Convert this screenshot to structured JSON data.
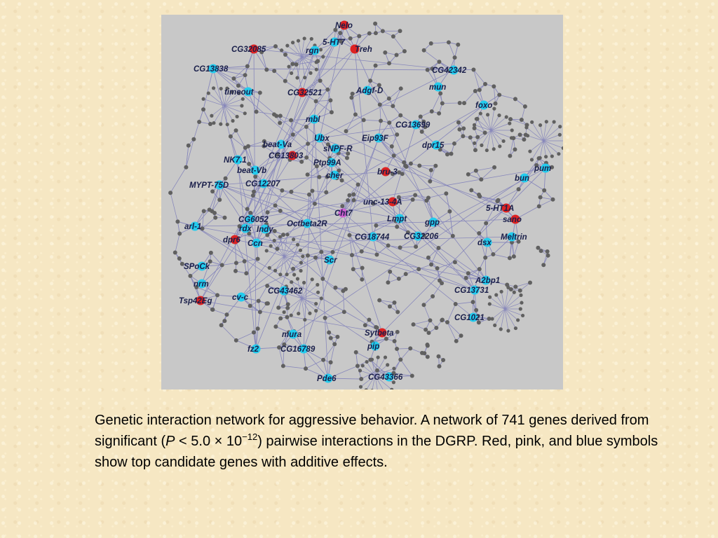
{
  "figure": {
    "colors": {
      "background": "#c8c8c8",
      "edge": "#8888bb",
      "gene_node": "#606060",
      "red": "#dd2222",
      "pink": "#d060d0",
      "blue": "#22ccee"
    },
    "highlighted_genes": [
      {
        "label": "Nelo",
        "color": "red"
      },
      {
        "label": "5-HT7",
        "color": "blue"
      },
      {
        "label": "CG32085",
        "color": "red"
      },
      {
        "label": "rgn",
        "color": "blue"
      },
      {
        "label": "Treh",
        "color": "red"
      },
      {
        "label": "CG13838",
        "color": "blue"
      },
      {
        "label": "CG42342",
        "color": "blue"
      },
      {
        "label": "timeout",
        "color": "blue"
      },
      {
        "label": "CG32521",
        "color": "red"
      },
      {
        "label": "Adgf-D",
        "color": "blue"
      },
      {
        "label": "mun",
        "color": "blue"
      },
      {
        "label": "foxo",
        "color": "blue"
      },
      {
        "label": "mbl",
        "color": "blue"
      },
      {
        "label": "CG13699",
        "color": "blue"
      },
      {
        "label": "Ubx",
        "color": "blue"
      },
      {
        "label": "beat-Va",
        "color": "blue"
      },
      {
        "label": "sNPF-R",
        "color": "blue"
      },
      {
        "label": "Eip93F",
        "color": "blue"
      },
      {
        "label": "dpr15",
        "color": "blue"
      },
      {
        "label": "CG13803",
        "color": "red"
      },
      {
        "label": "Ptp99A",
        "color": "blue"
      },
      {
        "label": "NK7.1",
        "color": "blue"
      },
      {
        "label": "beat-Vb",
        "color": "blue"
      },
      {
        "label": "cher",
        "color": "blue"
      },
      {
        "label": "bru-3",
        "color": "red"
      },
      {
        "label": "pum",
        "color": "blue"
      },
      {
        "label": "bun",
        "color": "blue"
      },
      {
        "label": "MYPT-75D",
        "color": "blue"
      },
      {
        "label": "CG12207",
        "color": "blue"
      },
      {
        "label": "unc-13-4A",
        "color": "red"
      },
      {
        "label": "5-HT1A",
        "color": "red"
      },
      {
        "label": "Cht7",
        "color": "pink"
      },
      {
        "label": "CG6052",
        "color": "blue"
      },
      {
        "label": "Lmpt",
        "color": "blue"
      },
      {
        "label": "gpp",
        "color": "blue"
      },
      {
        "label": "sano",
        "color": "red"
      },
      {
        "label": "arl-1",
        "color": "blue"
      },
      {
        "label": "rdx",
        "color": "blue"
      },
      {
        "label": "Indy",
        "color": "blue"
      },
      {
        "label": "Octbeta2R",
        "color": "blue"
      },
      {
        "label": "dpr6",
        "color": "red"
      },
      {
        "label": "Ccn",
        "color": "blue"
      },
      {
        "label": "CG18744",
        "color": "blue"
      },
      {
        "label": "CG32206",
        "color": "blue"
      },
      {
        "label": "Meltrin",
        "color": "blue"
      },
      {
        "label": "dsx",
        "color": "blue"
      },
      {
        "label": "Scr",
        "color": "blue"
      },
      {
        "label": "SPoCk",
        "color": "blue"
      },
      {
        "label": "A2bp1",
        "color": "blue"
      },
      {
        "label": "nrm",
        "color": "blue"
      },
      {
        "label": "CG43462",
        "color": "blue"
      },
      {
        "label": "CG13731",
        "color": "blue"
      },
      {
        "label": "Tsp42Eg",
        "color": "red"
      },
      {
        "label": "cv-c",
        "color": "blue"
      },
      {
        "label": "CG1021",
        "color": "blue"
      },
      {
        "label": "mura",
        "color": "blue"
      },
      {
        "label": "Sytbeta",
        "color": "red"
      },
      {
        "label": "fz2",
        "color": "blue"
      },
      {
        "label": "CG16789",
        "color": "blue"
      },
      {
        "label": "pip",
        "color": "blue"
      },
      {
        "label": "Pde6",
        "color": "blue"
      },
      {
        "label": "CG43366",
        "color": "blue"
      }
    ]
  },
  "caption": {
    "part1": "Genetic interaction network for aggressive behavior. A network of 741 genes derived from significant (",
    "p_symbol": "P",
    "part2": " < 5.0 × 10",
    "exponent": "−12",
    "part3": ") pairwise interactions in the DGRP. Red, pink, and blue symbols show top candidate genes with additive effects."
  }
}
